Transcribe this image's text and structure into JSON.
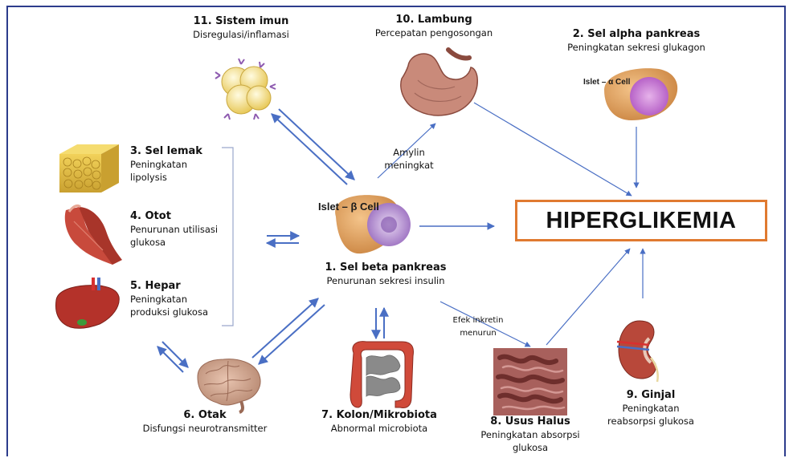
{
  "center": {
    "title": "1. Sel beta pankreas",
    "subtitle": "Penurunan sekresi insulin",
    "image_label": "Islet – β Cell"
  },
  "outcome": {
    "label": "HIPERGLIKEMIA",
    "border_color": "#e07a30"
  },
  "alpha": {
    "title": "2. Sel alpha pankreas",
    "subtitle": "Peningkatan sekresi glukagon",
    "image_label": "Islet – α Cell"
  },
  "fat": {
    "title": "3. Sel lemak",
    "line1": "Peningkatan",
    "line2": "lipolysis"
  },
  "muscle": {
    "title": "4. Otot",
    "line1": "Penurunan utilisasi",
    "line2": "glukosa"
  },
  "liver": {
    "title": "5. Hepar",
    "line1": "Peningkatan",
    "line2": "produksi glukosa"
  },
  "brain": {
    "title": "6. Otak",
    "subtitle": "Disfungsi neurotransmitter"
  },
  "colon": {
    "title": "7. Kolon/Mikrobiota",
    "subtitle": "Abnormal microbiota"
  },
  "intestine": {
    "title": "8. Usus Halus",
    "line1": "Peningkatan absorpsi",
    "line2": "glukosa"
  },
  "kidney": {
    "title": "9. Ginjal",
    "line1": "Peningkatan",
    "line2": "reabsorpsi glukosa"
  },
  "stomach": {
    "title": "10. Lambung",
    "subtitle": "Percepatan pengosongan"
  },
  "immune": {
    "title": "11. Sistem imun",
    "subtitle": "Disregulasi/inflamasi"
  },
  "annotations": {
    "amylin_line1": "Amylin",
    "amylin_line2": "meningkat",
    "incretin_line1": "Efek inkretin",
    "incretin_line2": "menurun"
  },
  "colors": {
    "arrow": "#4a6fc4",
    "frame": "#2c3c8c",
    "accent": "#e07a30"
  }
}
